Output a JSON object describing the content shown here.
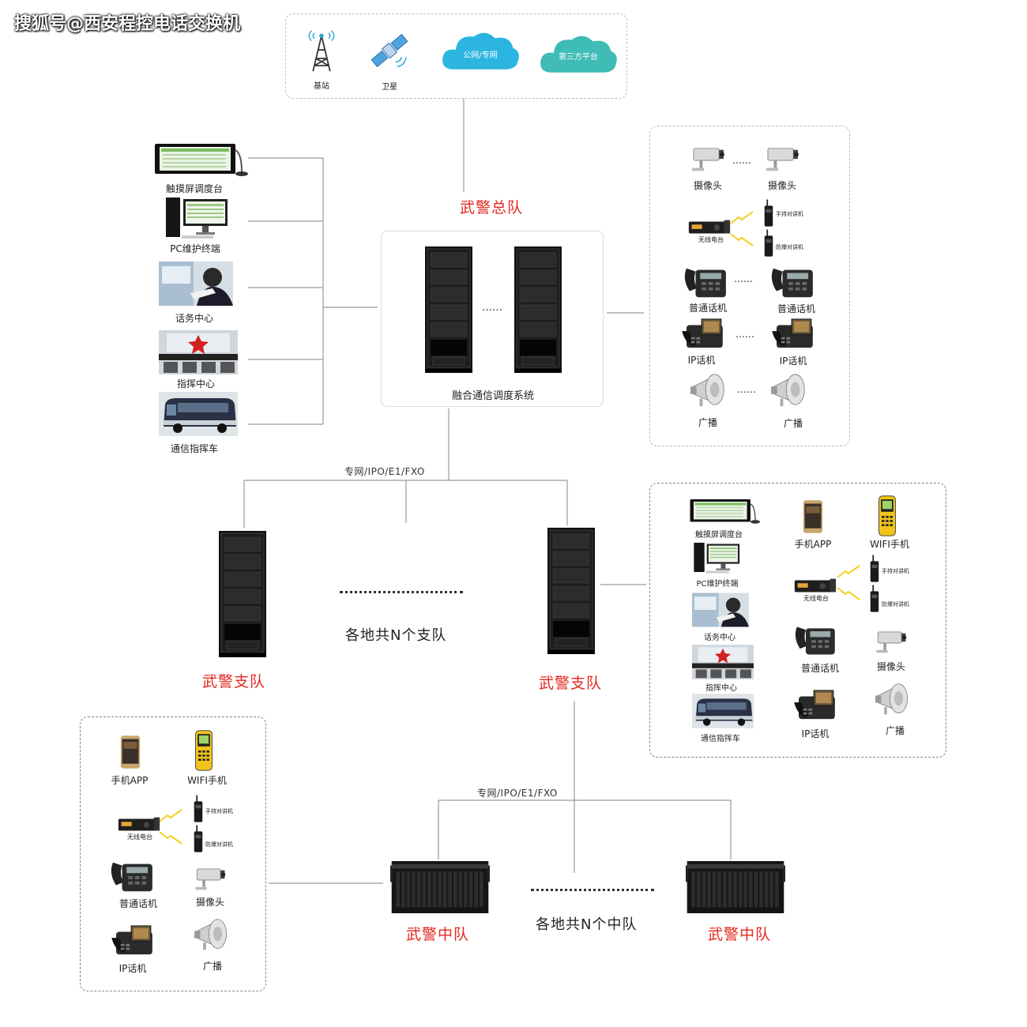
{
  "watermark": "搜狐号@西安程控电话交换机",
  "top_network": {
    "base_station": "基站",
    "satellite": "卫星",
    "public_private_net": "公网/专网",
    "third_party": "第三方平台"
  },
  "hq": {
    "title": "武警总队",
    "system_label": "融合通信调度系统",
    "ellipsis": "……",
    "left_devices": [
      "触摸屏调度台",
      "PC维护终端",
      "话务中心",
      "指挥中心",
      "通信指挥车"
    ],
    "right_devices": {
      "cameras": [
        "摄像头",
        "摄像头"
      ],
      "radio": "无线电台",
      "handheld": "手持对讲机",
      "explosion_proof": "防爆对讲机",
      "phones": [
        "普通话机",
        "普通话机"
      ],
      "ip_phones": [
        "IP话机",
        "IP话机"
      ],
      "broadcasts": [
        "广播",
        "广播"
      ],
      "ellipsis": "……"
    }
  },
  "branch_link": "专网/IPO/E1/FXO",
  "branches": {
    "left_title": "武警支队",
    "right_title": "武警支队",
    "middle_text": "各地共N个支队"
  },
  "branch_devices": {
    "touchscreen": "触摸屏调度台",
    "pc": "PC维护终端",
    "call_center": "话务中心",
    "command_center": "指挥中心",
    "command_vehicle": "通信指挥车",
    "mobile_app": "手机APP",
    "wifi_phone": "WIFI手机",
    "radio": "无线电台",
    "handheld": "手持对讲机",
    "explosion_proof": "防爆对讲机",
    "phone": "普通话机",
    "camera": "摄像头",
    "ip_phone": "IP话机",
    "broadcast": "广播"
  },
  "squad_link": "专网/IPO/E1/FXO",
  "squads": {
    "left_title": "武警中队",
    "right_title": "武警中队",
    "middle_text": "各地共N个中队"
  },
  "squad_devices": {
    "mobile_app": "手机APP",
    "wifi_phone": "WIFI手机",
    "radio": "无线电台",
    "handheld": "手持对讲机",
    "explosion_proof": "防爆对讲机",
    "phone": "普通话机",
    "camera": "摄像头",
    "ip_phone": "IP话机",
    "broadcast": "广播"
  },
  "colors": {
    "accent_red": "#e4261c",
    "cloud1": "#2bb5e0",
    "cloud2": "#3fbcb6",
    "line": "#9a9a9a"
  }
}
